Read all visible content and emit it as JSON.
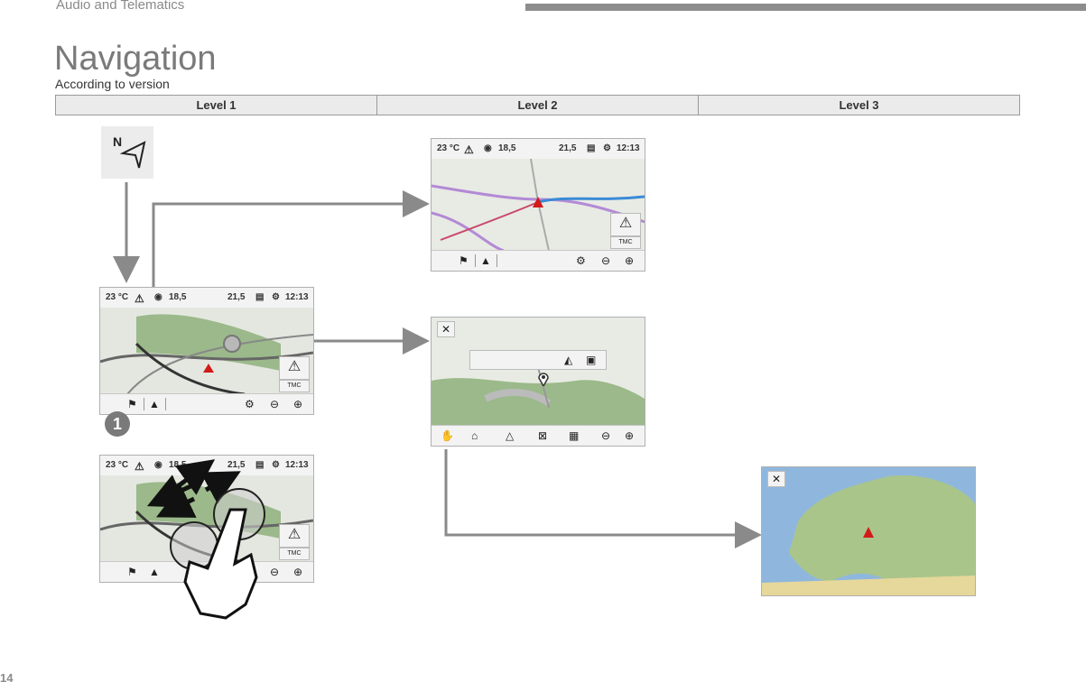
{
  "header": {
    "section_title": "Audio and Telematics"
  },
  "page": {
    "title": "Navigation",
    "subtitle": "According to version",
    "number": "14"
  },
  "levels": [
    "Level 1",
    "Level 2",
    "Level 3"
  ],
  "status": {
    "temp": "23 °C",
    "freq": "18,5",
    "value": "21,5",
    "time": "12:13"
  },
  "labels": {
    "north": "N",
    "callout": "1",
    "tmc": "TMC"
  },
  "colors": {
    "arrow": "#8a8a8a",
    "map_green": "#9bb98a",
    "map_bg": "#e8ebe4",
    "route_blue": "#3a8ad6",
    "marker_red": "#d21a1a"
  },
  "icons": [
    "north-arrow-icon",
    "warning-icon",
    "tmc-icon",
    "flag-icon",
    "compass-icon",
    "settings-icon",
    "zoom-out-icon",
    "zoom-in-icon",
    "close-icon",
    "save-icon",
    "hand-icon",
    "pinch-gesture-icon"
  ]
}
